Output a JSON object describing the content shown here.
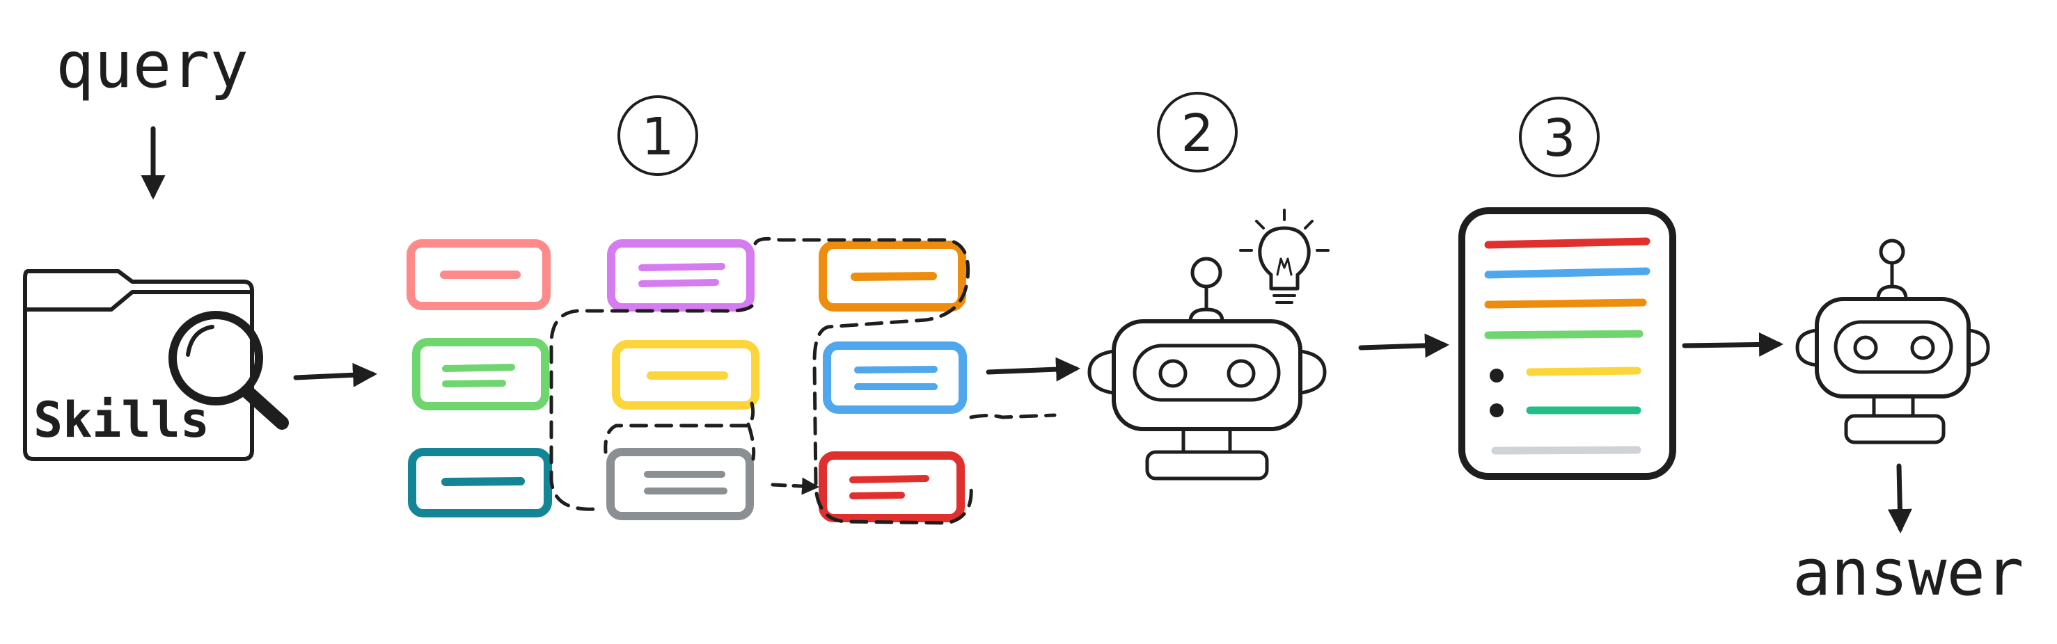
{
  "labels": {
    "query": "query",
    "skills": "Skills",
    "answer": "answer"
  },
  "steps": [
    "1",
    "2",
    "3"
  ],
  "colors": {
    "ink": "#1e1e1e",
    "pink": "#ff8a8a",
    "purple": "#d57cf0",
    "orange": "#ee8d0d",
    "green": "#6fd66f",
    "yellow": "#fcd53b",
    "blue": "#4fa7ee",
    "teal": "#128597",
    "gray": "#8a8f94",
    "red": "#e0302e",
    "emerald": "#1fbf86",
    "lightgray": "#cfd3d7"
  },
  "icons": [
    "folder-icon",
    "magnifier-icon",
    "robot-icon",
    "lightbulb-icon",
    "document-icon"
  ]
}
